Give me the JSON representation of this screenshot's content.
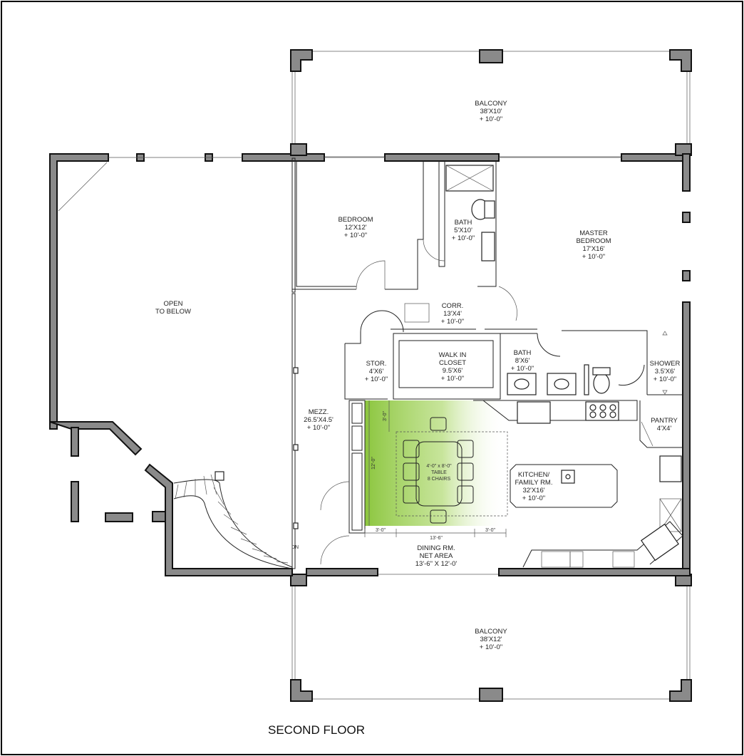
{
  "plan_title": "SECOND FLOOR",
  "rooms": {
    "balcony_top": {
      "name": "BALCONY",
      "size": "38'X10'",
      "height": "+ 10'-0\""
    },
    "bedroom": {
      "name": "BEDROOM",
      "size": "12'X12'",
      "height": "+ 10'-0\""
    },
    "bath_upper": {
      "name": "BATH",
      "size": "5'X10'",
      "height": "+ 10'-0\""
    },
    "master_bedroom": {
      "name1": "MASTER",
      "name2": "BEDROOM",
      "size": "17'X16'",
      "height": "+ 10'-0\""
    },
    "open_below": {
      "line1": "OPEN",
      "line2": "TO BELOW"
    },
    "corr": {
      "name": "CORR.",
      "size": "13'X4'",
      "height": "+ 10'-0\""
    },
    "stor": {
      "name": "STOR.",
      "size": "4'X6'",
      "height": "+ 10'-0\""
    },
    "walk_in_closet": {
      "name1": "WALK IN",
      "name2": "CLOSET",
      "size": "9.5'X6'",
      "height": "+ 10'-0\""
    },
    "bath_lower": {
      "name": "BATH",
      "size": "8'X6'",
      "height": "+ 10'-0\""
    },
    "shower": {
      "name": "SHOWER",
      "size": "3.5'X6'",
      "height": "+ 10'-0\""
    },
    "mezz": {
      "name": "MEZZ.",
      "size": "26.5'X4.5'",
      "height": "+ 10'-0\""
    },
    "pantry": {
      "name": "PANTRY",
      "size": "4'X4'"
    },
    "kitchen": {
      "name1": "KITCHEN/",
      "name2": "FAMILY RM.",
      "size": "32'X16'",
      "height": "+ 10'-0\""
    },
    "dining": {
      "name1": "DINING RM.",
      "name2": "NET AREA",
      "size": "13'-6\" X 12'-0'"
    },
    "balcony_bottom": {
      "name": "BALCONY",
      "size": "38'X12'",
      "height": "+ 10'-0\""
    }
  },
  "table": {
    "size": "4'-0\" x 8'-0\"",
    "line1": "TABLE",
    "line2": "8 CHAIRS"
  },
  "dimensions": {
    "left_offset": "3'-0\"",
    "width": "13'-6\"",
    "right_offset": "3'-0\"",
    "depth": "12'-0\"",
    "top_offset": "3'-0\""
  },
  "stair_label": "DN",
  "colors": {
    "dining_highlight": "#8cc63f",
    "walls": "#8a8a8a"
  }
}
